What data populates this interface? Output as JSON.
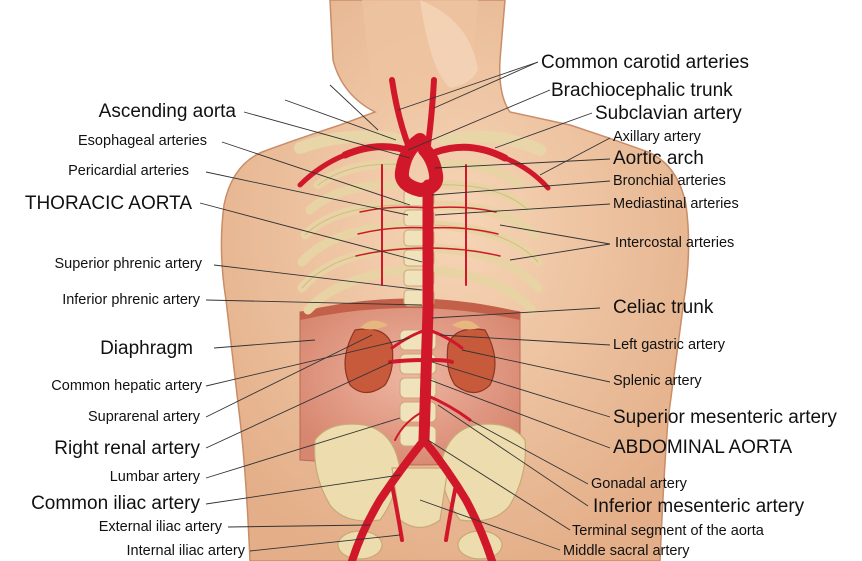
{
  "labels": {
    "common_carotid_arteries": "Common carotid arteries",
    "brachiocephalic_trunk": "Brachiocephalic trunk",
    "subclavian_artery": "Subclavian artery",
    "axillary_artery": "Axillary artery",
    "aortic_arch": "Aortic arch",
    "bronchial_arteries": "Bronchial arteries",
    "mediastinal_arteries": "Mediastinal arteries",
    "intercostal_arteries": "Intercostal arteries",
    "celiac_trunk": "Celiac trunk",
    "left_gastric_artery": "Left gastric artery",
    "splenic_artery": "Splenic artery",
    "superior_mesenteric_artery": "Superior mesenteric artery",
    "abdominal_aorta": "ABDOMINAL AORTA",
    "gonadal_artery": "Gonadal artery",
    "inferior_mesenteric_artery": "Inferior mesenteric artery",
    "terminal_segment_aorta": "Terminal segment of the aorta",
    "middle_sacral_artery": "Middle sacral artery",
    "ascending_aorta": "Ascending aorta",
    "esophageal_arteries": "Esophageal arteries",
    "pericardial_arteries": "Pericardial arteries",
    "thoracic_aorta": "THORACIC AORTA",
    "superior_phrenic_artery": "Superior phrenic artery",
    "inferior_phrenic_artery": "Inferior phrenic artery",
    "diaphragm": "Diaphragm",
    "common_hepatic_artery": "Common hepatic artery",
    "suprarenal_artery": "Suprarenal artery",
    "right_renal_artery": "Right renal artery",
    "lumbar_artery": "Lumbar artery",
    "common_iliac_artery": "Common iliac artery",
    "external_iliac_artery": "External iliac artery",
    "internal_iliac_artery": "Internal iliac artery"
  },
  "colors": {
    "skin": "#f1c8a4",
    "skin_shadow": "#dca47e",
    "artery": "#d0182a",
    "bone": "#ecdcae",
    "kidney": "#c85a3c",
    "abdomen_cavity": "#e7a08c",
    "leader_line": "#333333"
  }
}
